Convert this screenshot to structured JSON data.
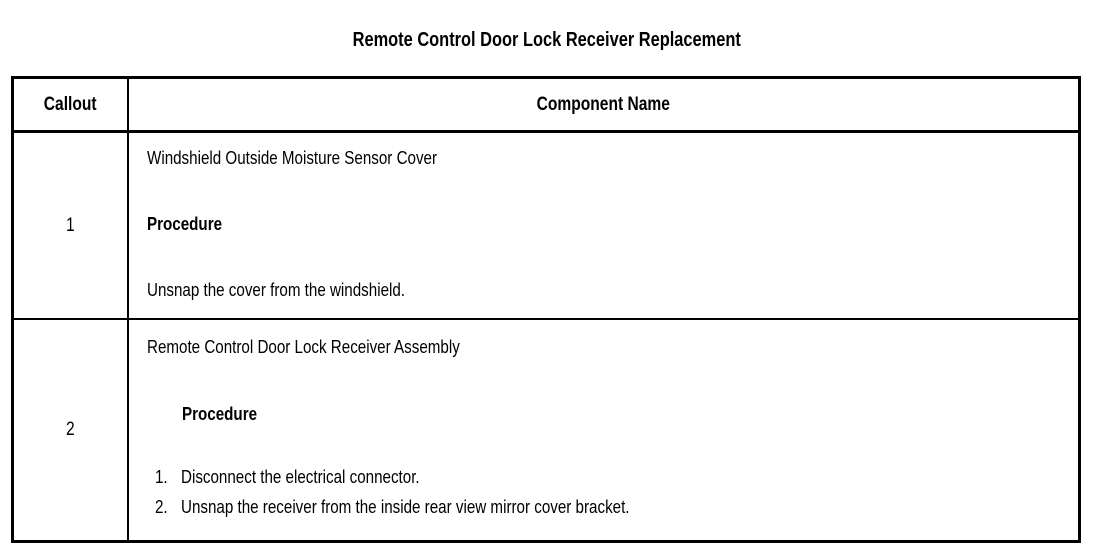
{
  "document": {
    "title": "Remote Control Door Lock Receiver Replacement"
  },
  "table": {
    "headers": {
      "callout": "Callout",
      "component_name": "Component Name"
    },
    "rows": [
      {
        "callout": "1",
        "component_name": "Windshield Outside Moisture Sensor Cover",
        "procedure_heading": "Procedure",
        "procedure_text": "Unsnap the cover from the windshield.",
        "steps": []
      },
      {
        "callout": "2",
        "component_name": "Remote Control Door Lock Receiver Assembly",
        "procedure_heading": "Procedure",
        "procedure_text": "",
        "steps": [
          {
            "number": "1.",
            "text": "Disconnect the electrical connector."
          },
          {
            "number": "2.",
            "text": "Unsnap the receiver from the inside rear view mirror cover bracket."
          }
        ]
      }
    ]
  },
  "colors": {
    "text": "#000000",
    "background": "#ffffff",
    "border": "#000000"
  }
}
